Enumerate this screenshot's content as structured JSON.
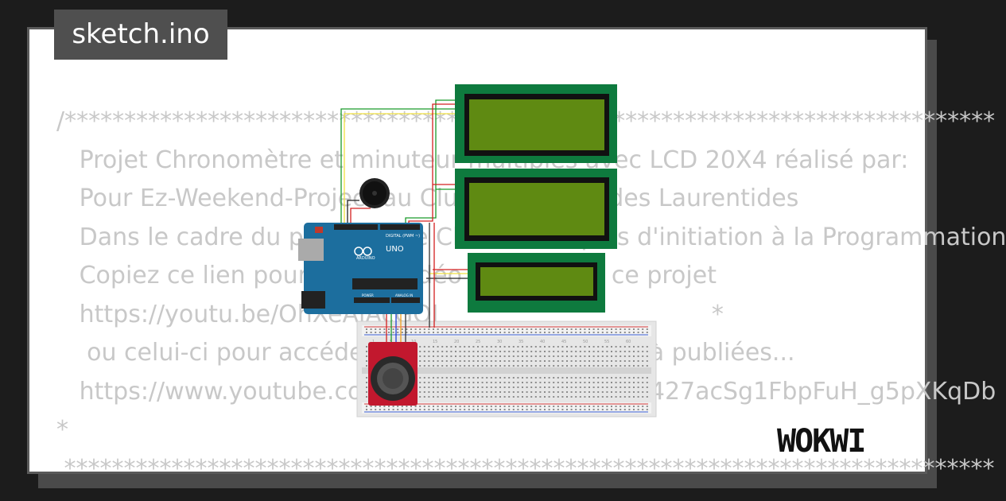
{
  "file_tab": {
    "label": "sketch.ino"
  },
  "code_lines": [
    "/******************************************************************************",
    "   Projet Chronomètre et minuteur multiples avec LCD 20X4 réalisé par:",
    "   Pour Ez-Weekend-Project au Club Technique des Laurentides",
    "   Dans le cadre du programme Club Techniques d'initiation à la Programmation",
    "   Copiez ce lien pour voir la vidéo concernant ce projet",
    "   https://youtu.be/OhXeAjAcGQI                                    *",
    "    ou celui-ci pour accéder à toutes les vidéos déjà publiées...",
    "   https://www.youtube.com/playlist?list=PLoffRtO427acSg1FbpFuH_g5pXKqDb",
    "*",
    " ******************************************************************************"
  ],
  "arduino": {
    "model": "UNO",
    "brand": "ARDUINO",
    "header_digital": "DIGITAL (PWM ~)",
    "header_analog": "ANALOG IN",
    "header_power": "POWER"
  },
  "lcd_count": 3,
  "breadboard_numbers": [
    "1",
    "5",
    "10",
    "15",
    "20",
    "25",
    "30",
    "35",
    "40",
    "45",
    "50",
    "55",
    "60"
  ],
  "brand": {
    "name": "WOKWI"
  },
  "colors": {
    "lcd_pcb": "#0e7a3e",
    "lcd_screen": "#5f8a12",
    "arduino_board": "#1c6e9e",
    "joystick_pcb": "#c2182e"
  }
}
